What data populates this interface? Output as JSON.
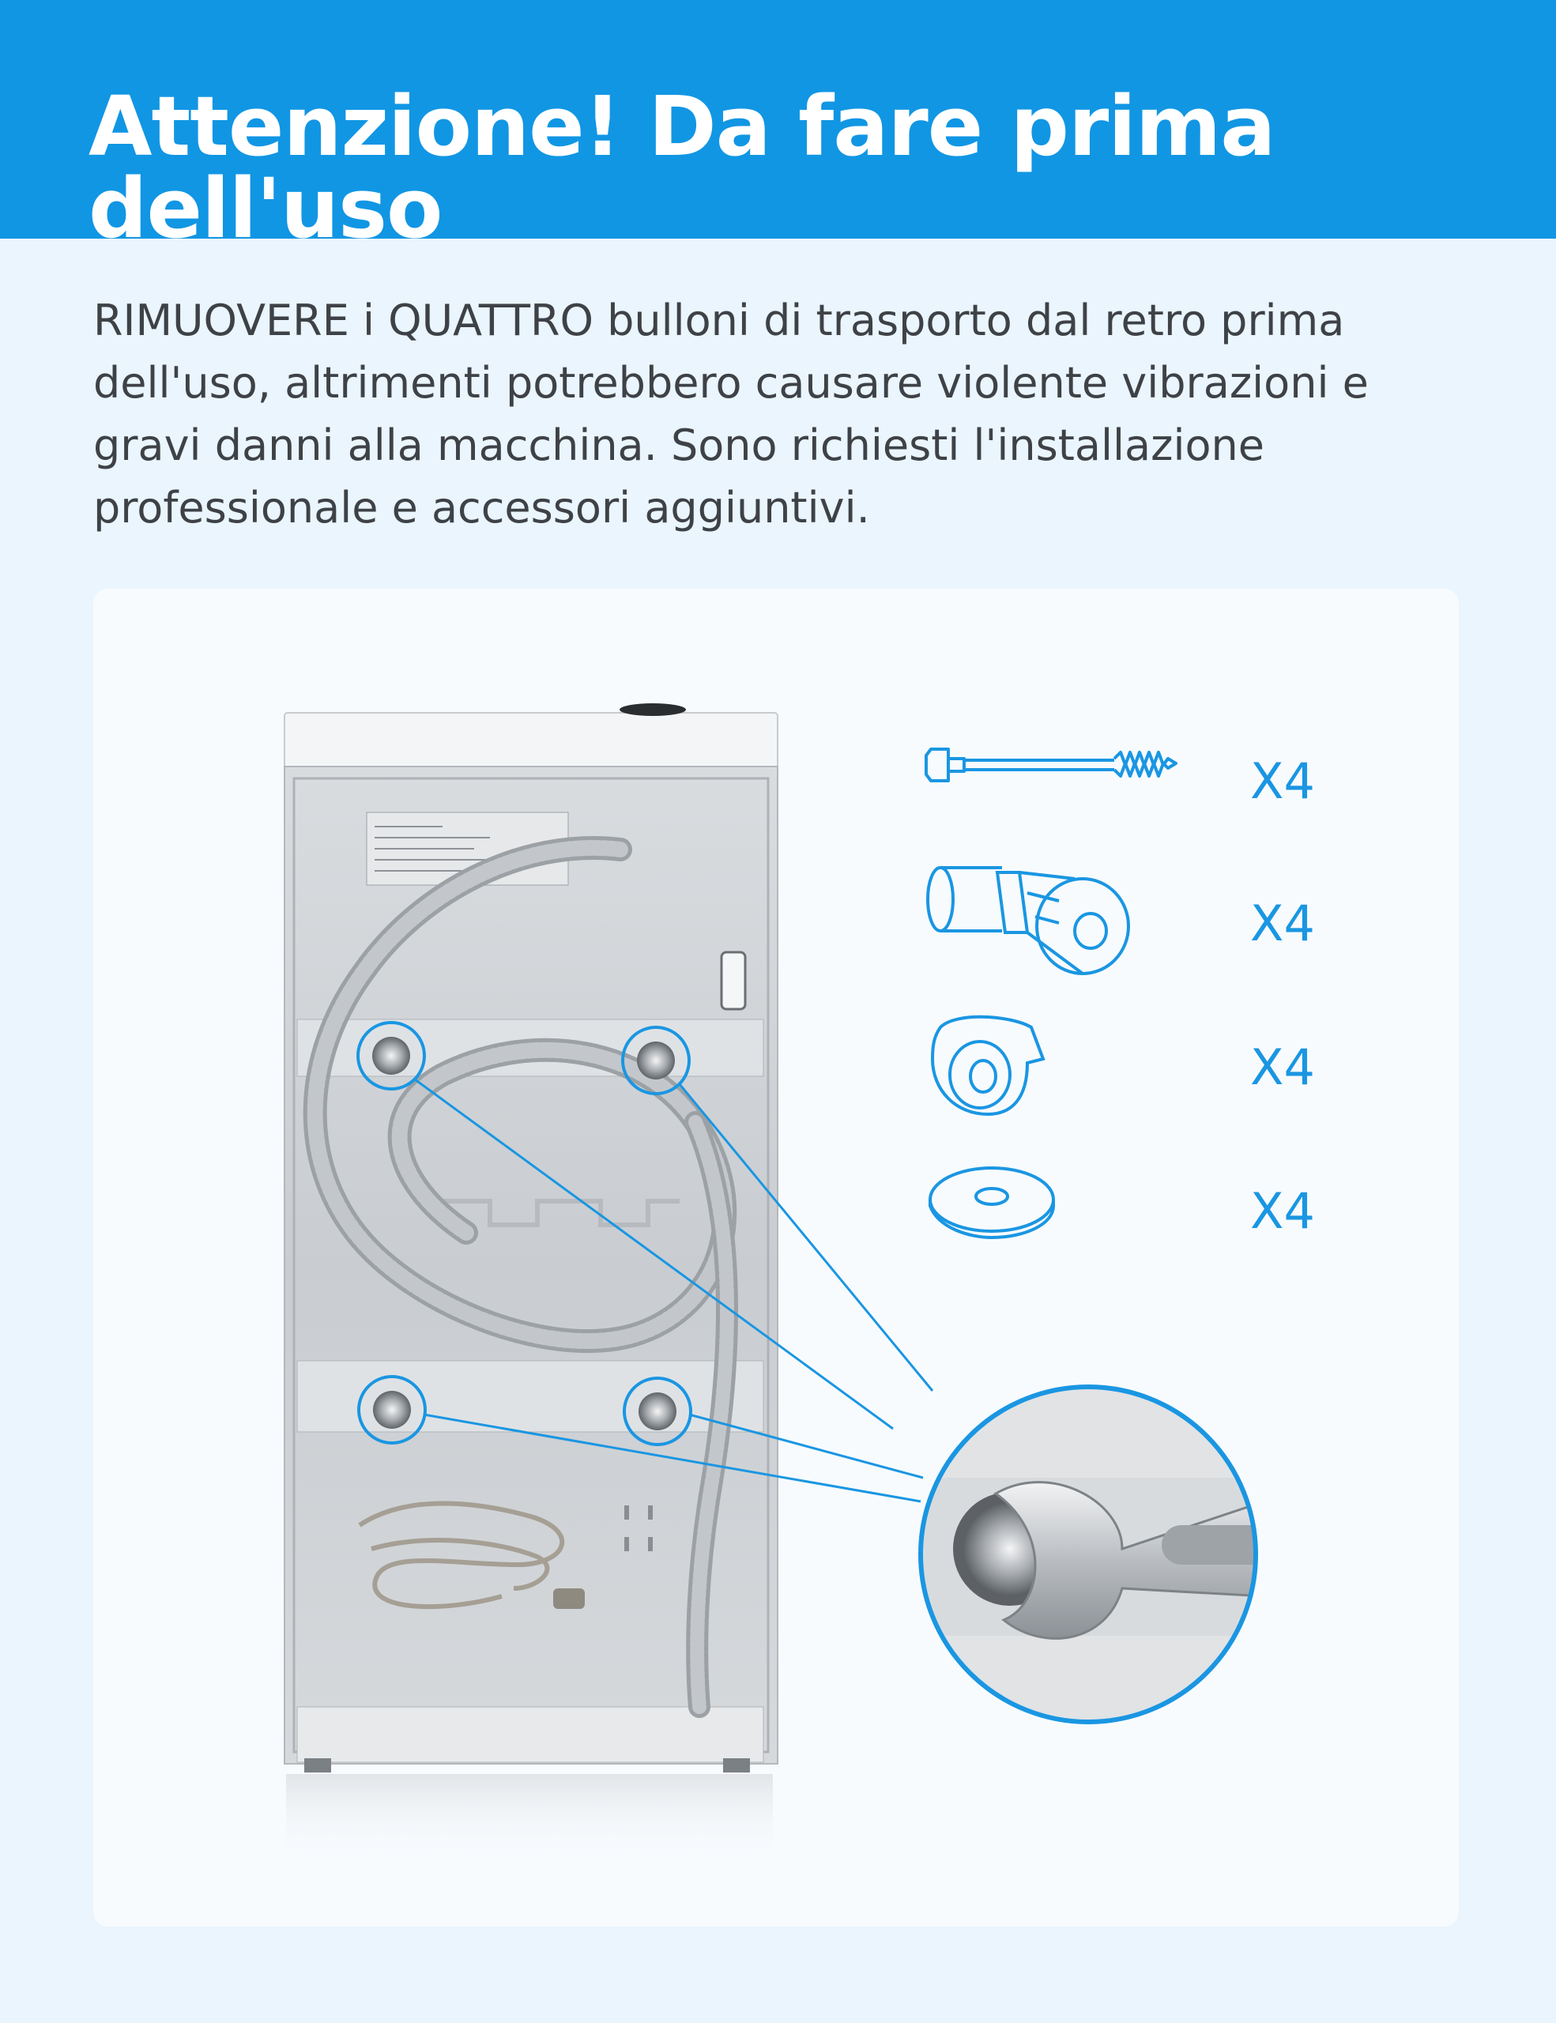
{
  "header": {
    "title": "Attenzione! Da fare prima dell'uso",
    "background": "#1196e4"
  },
  "intro": {
    "text": "RIMUOVERE i QUATTRO bulloni di trasporto dal retro prima dell'uso, altrimenti potrebbero causare violente vibrazioni e gravi danni alla macchina. Sono richiesti l'installazione professionale e accessori aggiuntivi."
  },
  "parts": [
    {
      "icon": "transport-bolt-icon",
      "count": "X4"
    },
    {
      "icon": "plastic-spacer-icon",
      "count": "X4"
    },
    {
      "icon": "rubber-bushing-icon",
      "count": "X4"
    },
    {
      "icon": "washer-disc-icon",
      "count": "X4"
    }
  ],
  "colors": {
    "accent": "#1a96e2",
    "page_background": "#eaf5fd",
    "text": "#3e4247"
  }
}
